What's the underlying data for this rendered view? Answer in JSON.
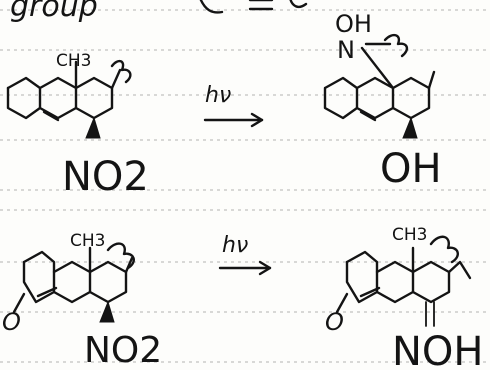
{
  "heading": "group",
  "reactions": [
    {
      "reactant": {
        "methyl": "CH3",
        "substituent": "NO2"
      },
      "condition": "hν",
      "product": {
        "oxime_top": "OH",
        "oxime_n": "N",
        "substituent": "OH"
      }
    },
    {
      "reactant": {
        "methyl": "CH3",
        "substituent": "NO2",
        "ketone": "O"
      },
      "condition": "hν",
      "product": {
        "methyl": "CH3",
        "substituent": "NOH",
        "ketone": "O"
      }
    }
  ]
}
